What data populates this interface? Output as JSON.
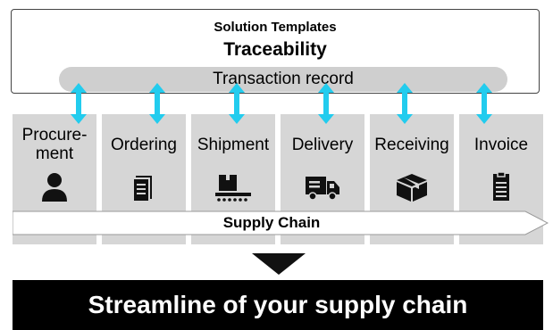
{
  "templates": {
    "subtitle": "Solution Templates",
    "title": "Traceability"
  },
  "record": {
    "label": "Transaction record"
  },
  "stages": [
    {
      "label": "Procure-\nment",
      "icon": "person-icon"
    },
    {
      "label": "Ordering",
      "icon": "document-icon"
    },
    {
      "label": "Shipment",
      "icon": "conveyor-icon"
    },
    {
      "label": "Delivery",
      "icon": "truck-icon"
    },
    {
      "label": "Receiving",
      "icon": "package-icon"
    },
    {
      "label": "Invoice",
      "icon": "invoice-icon"
    }
  ],
  "supply_chain": {
    "label": "Supply Chain"
  },
  "banner": {
    "text": "Streamline of your supply chain"
  },
  "colors": {
    "connector": "#22ccee",
    "stage_bg": "#d6d6d6",
    "pill_bg": "#cfcfcf",
    "banner_bg": "#000000"
  }
}
